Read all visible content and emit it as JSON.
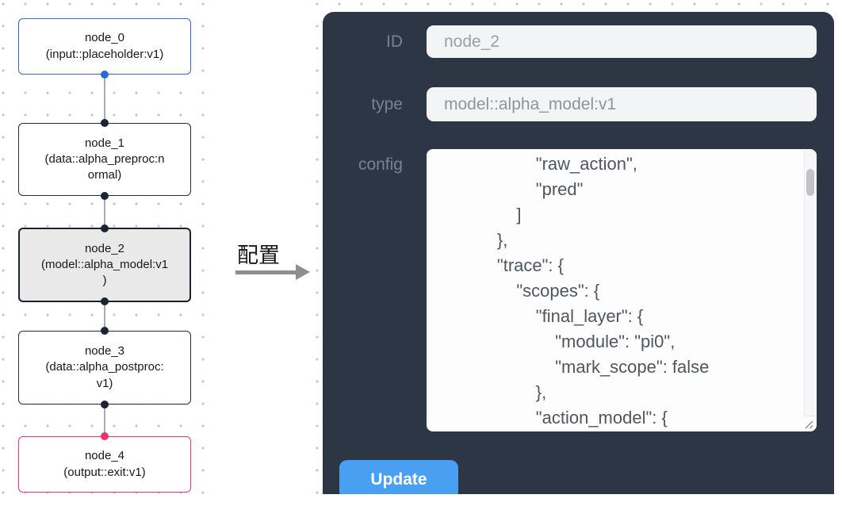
{
  "graph": {
    "nodes": [
      {
        "id": "node_0",
        "label": "node_0\n(input::placeholder:v1)",
        "kind": "input",
        "border_color": "#3867c6",
        "port_color": "#2a6ad3"
      },
      {
        "id": "node_1",
        "label": "node_1\n(data::alpha_preproc:n\normal)",
        "kind": "processor",
        "border_color": "#242b38",
        "port_color": "#1c2431"
      },
      {
        "id": "node_2",
        "label": "node_2\n(model::alpha_model:v1\n)",
        "kind": "processor",
        "selected": true,
        "border_color": "#1a2130",
        "port_color": "#1c2431"
      },
      {
        "id": "node_3",
        "label": "node_3\n(data::alpha_postproc:\nv1)",
        "kind": "processor",
        "border_color": "#242b38",
        "port_color": "#1c2431"
      },
      {
        "id": "node_4",
        "label": "node_4\n(output::exit:v1)",
        "kind": "output",
        "border_color": "#e8356f",
        "port_color": "#e8356f"
      }
    ]
  },
  "annotation": {
    "label": "配置",
    "arrow": "right-arrow"
  },
  "panel": {
    "id_field": {
      "label": "ID",
      "value": "node_2"
    },
    "type_field": {
      "label": "type",
      "value": "model::alpha_model:v1"
    },
    "config_field": {
      "label": "config",
      "value": "                \"raw_action\",\n                \"pred\"\n            ]\n        },\n        \"trace\": {\n            \"scopes\": {\n                \"final_layer\": {\n                    \"module\": \"pi0\",\n                    \"mark_scope\": false\n                },\n                \"action_model\": {"
    },
    "update_button": {
      "label": "Update"
    }
  },
  "colors": {
    "panel_bg": "#2d3645",
    "button_blue": "#49a0f3",
    "input_bg": "#f3f4f6",
    "node_selected_bg": "#e9e9ea",
    "input_node_border": "#3867c6",
    "output_node_border": "#e8356f",
    "edge": "#aaacb0",
    "canvas_dot": "#c6c7ca"
  }
}
